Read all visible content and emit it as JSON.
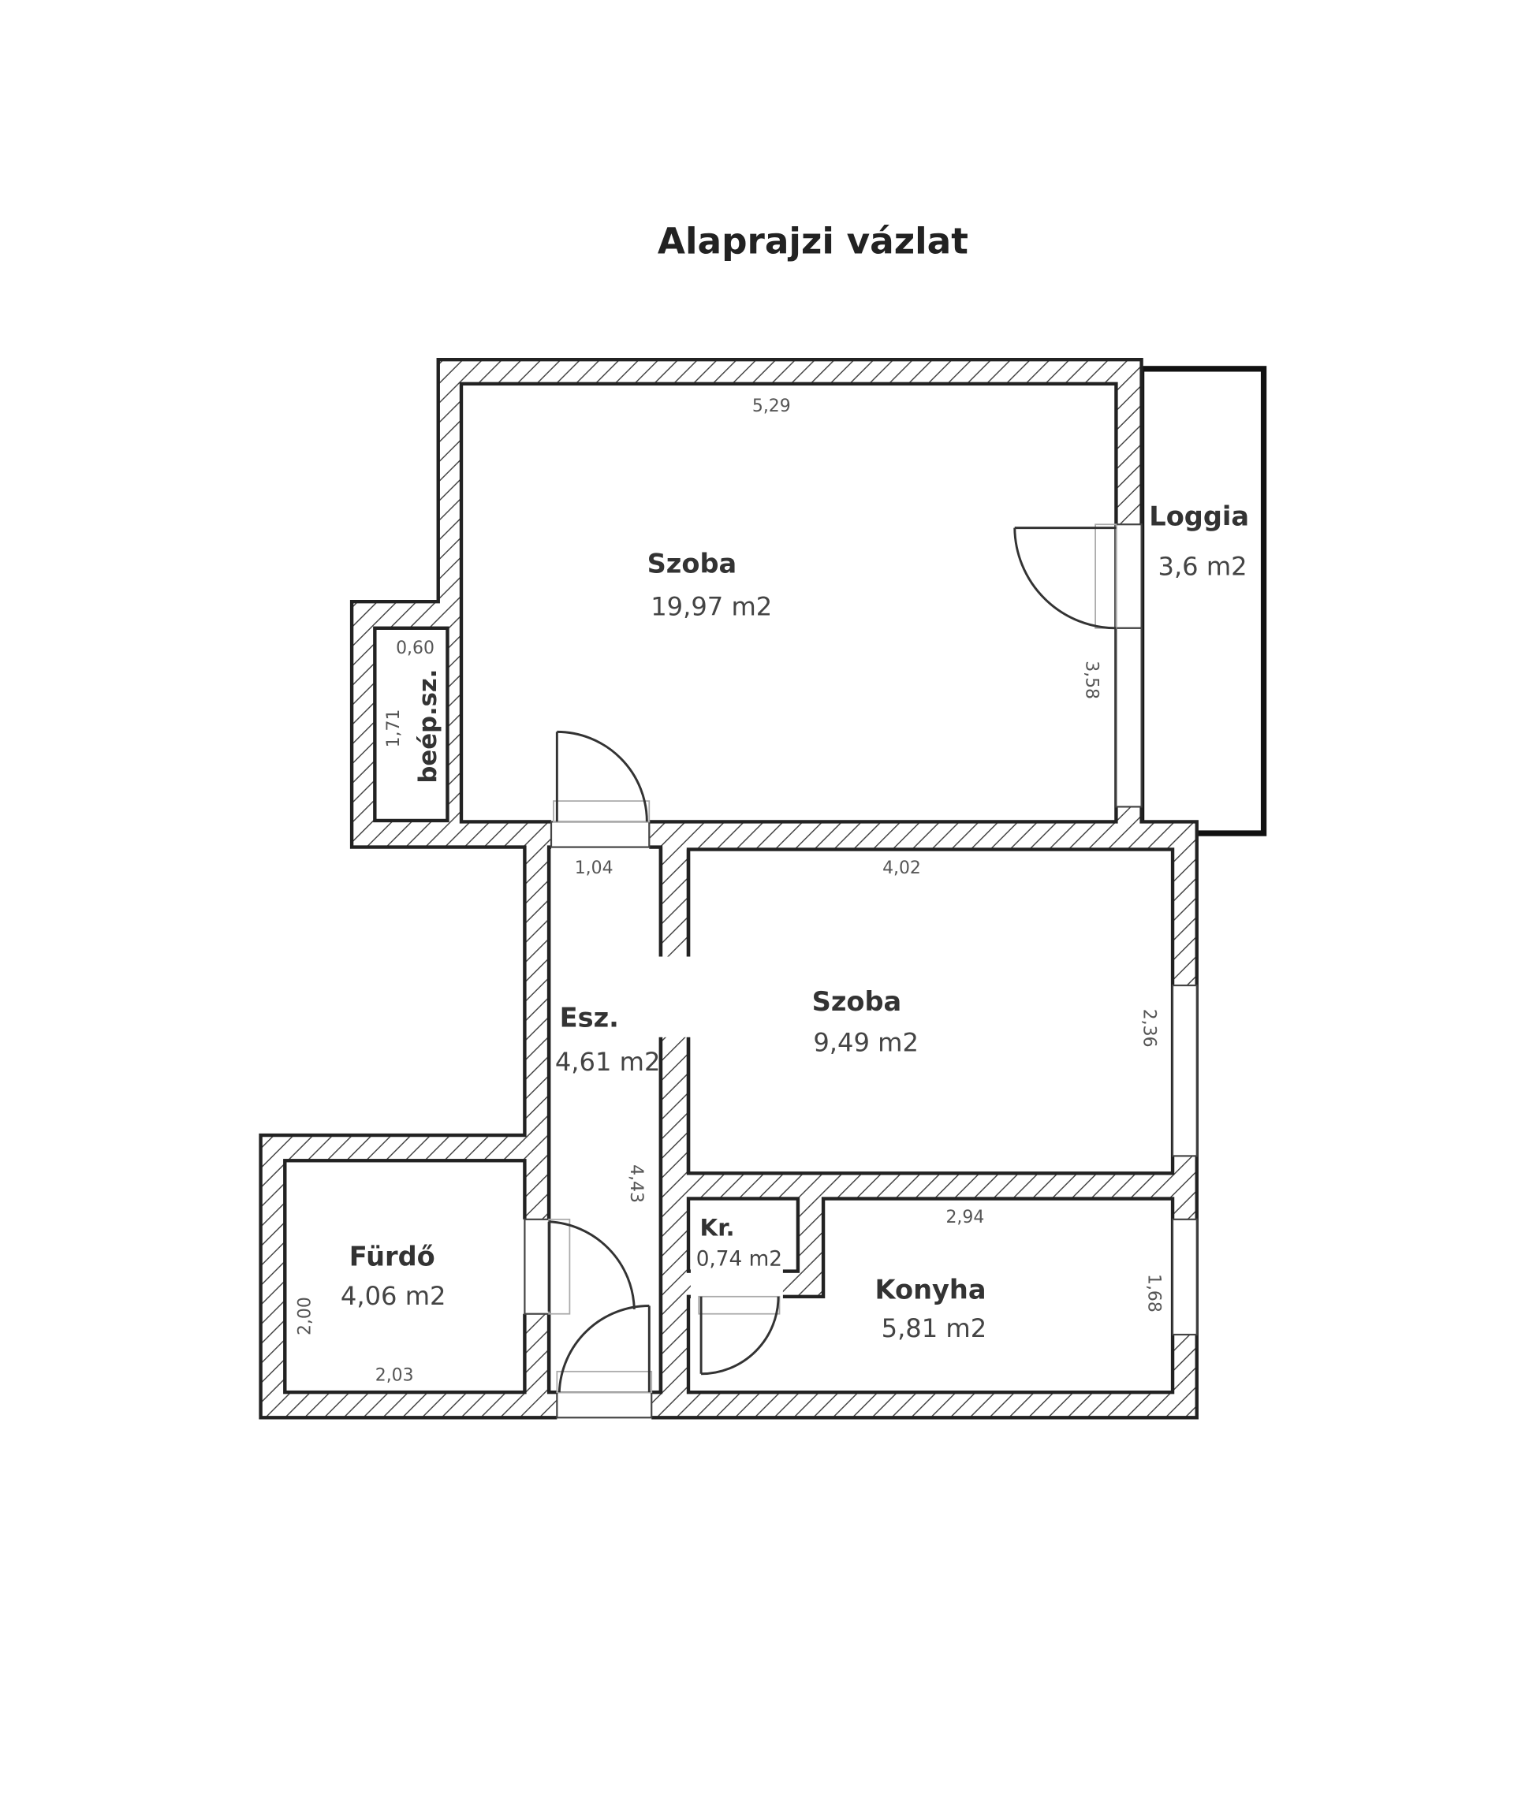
{
  "title": "Alaprajzi vázlat",
  "rooms": {
    "szoba_large": {
      "name": "Szoba",
      "area": "19,97 m2"
    },
    "loggia": {
      "name": "Loggia",
      "area": "3,6 m2"
    },
    "beep": {
      "name": "beép.sz."
    },
    "eloszoba": {
      "name": "Esz.",
      "area": "4,61 m2"
    },
    "szoba_small": {
      "name": "Szoba",
      "area": "9,49 m2"
    },
    "kamra": {
      "name": "Kr.",
      "area": "0,74 m2"
    },
    "konyha": {
      "name": "Konyha",
      "area": "5,81 m2"
    },
    "furdo": {
      "name": "Fürdő",
      "area": "4,06 m2"
    }
  },
  "dimensions": {
    "szoba_large_width": "5,29",
    "szoba_large_height": "3,58",
    "beep_width": "0,60",
    "beep_height": "1,71",
    "esz_width": "1,04",
    "esz_length": "4,43",
    "szoba_small_width": "4,02",
    "szoba_small_height": "2,36",
    "konyha_width": "2,94",
    "konyha_height": "1,68",
    "furdo_width": "2,03",
    "furdo_height": "2,00"
  }
}
